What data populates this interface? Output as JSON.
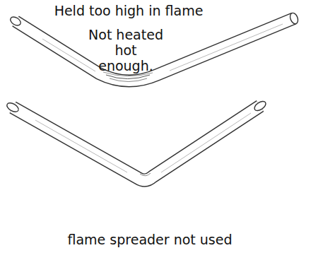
{
  "diagram": {
    "labels": [
      "Held too high in flame",
      "Not heated hot enough.",
      "flame spreader not used"
    ]
  }
}
